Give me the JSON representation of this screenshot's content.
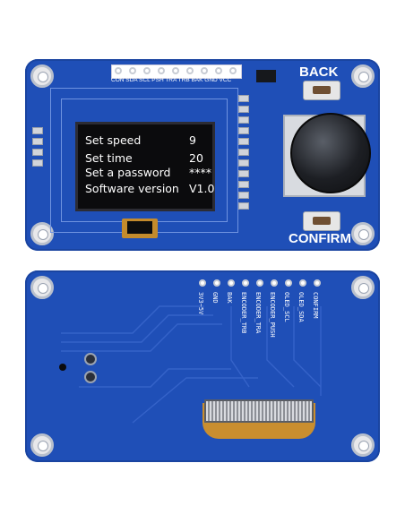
{
  "front": {
    "header_pins_label": "CON SDA SCL PSH TRA TRB BAK GND VCC",
    "button_back_label": "BACK",
    "button_confirm_label": "CONFIRM",
    "oled_menu": [
      {
        "label": "Set speed",
        "value": "9"
      },
      {
        "label": "Set time",
        "value": "20"
      },
      {
        "label": "Set a password",
        "value": "****"
      },
      {
        "label": "Software version",
        "value": "V1.0"
      }
    ]
  },
  "back": {
    "pin_labels": [
      "3V3~5V",
      "GND",
      "BAK",
      "ENCODER_TRB",
      "ENCODER_TRA",
      "ENCODER_PUSH",
      "OLED_SCL",
      "OLED_SDA",
      "CONFIRM"
    ]
  },
  "colors": {
    "pcb": "#1f4fb7",
    "oled_bg": "#0b0b0d",
    "flex": "#c98e2f"
  },
  "icons": [
    "mounting-hole-icon",
    "rotary-encoder-knob-icon",
    "tactile-button-icon"
  ]
}
